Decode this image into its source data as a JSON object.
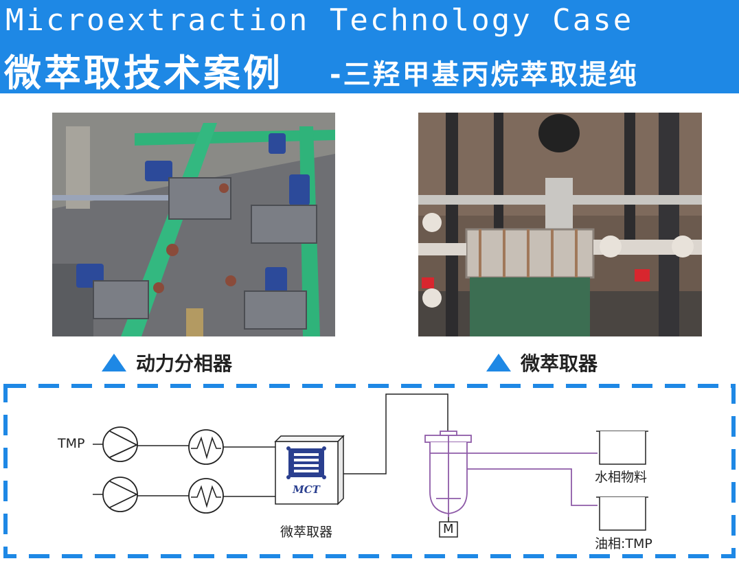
{
  "header": {
    "title_en": "Microextraction Technology Case",
    "title_cn_main": "微萃取技术案例",
    "title_cn_sub": "-三羟甲基丙烷萃取提纯",
    "bg_color": "#1e88e5"
  },
  "photos": [
    {
      "caption": "动力分相器",
      "icon": "triangle-up-icon"
    },
    {
      "caption": "微萃取器",
      "icon": "triangle-up-icon"
    }
  ],
  "diagram": {
    "input_label": "TMP",
    "extractor_logo": "MCT",
    "extractor_label": "微萃取器",
    "motor_label": "M",
    "tank_aqueous_label": "水相物料",
    "tank_oil_label": "油相:TMP",
    "border_color": "#1e88e5",
    "separator_color": "#8e5ba8"
  }
}
